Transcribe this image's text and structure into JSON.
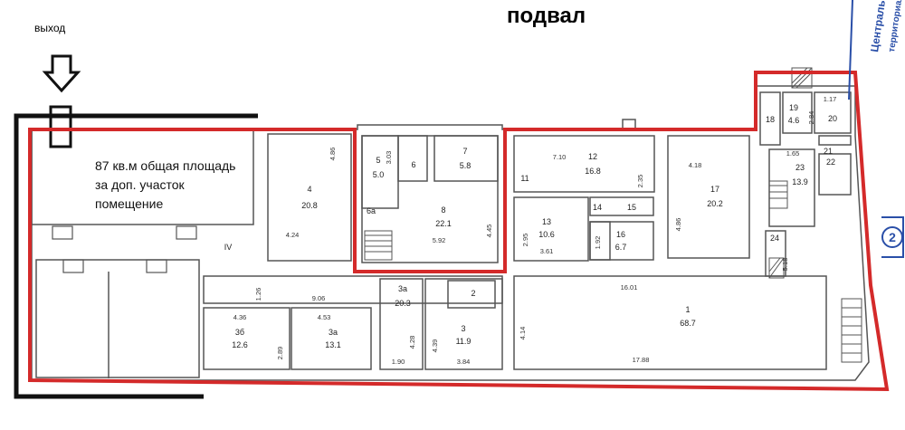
{
  "header": {
    "title": "подвал",
    "exit_label": "выход"
  },
  "note": {
    "text": "87 кв.м общая площадь за доп. участок помещение"
  },
  "stamp": {
    "line1": "Центральное",
    "line2": "территориальное бю",
    "number": "2"
  },
  "rooms": [
    {
      "id": "4",
      "area": "20.8"
    },
    {
      "id": "5",
      "area": "5.0"
    },
    {
      "id": "6",
      "area": ""
    },
    {
      "id": "7",
      "area": "5.8"
    },
    {
      "id": "8",
      "area": "22.1"
    },
    {
      "id": "6а",
      "area": ""
    },
    {
      "id": "11",
      "area": ""
    },
    {
      "id": "12",
      "area": "16.8"
    },
    {
      "id": "13",
      "area": "10.6"
    },
    {
      "id": "14",
      "area": ""
    },
    {
      "id": "15",
      "area": ""
    },
    {
      "id": "16",
      "area": "6.7"
    },
    {
      "id": "17",
      "area": "20.2"
    },
    {
      "id": "18",
      "area": ""
    },
    {
      "id": "19",
      "area": "4.6"
    },
    {
      "id": "20",
      "area": ""
    },
    {
      "id": "21",
      "area": ""
    },
    {
      "id": "22",
      "area": ""
    },
    {
      "id": "23",
      "area": "13.9"
    },
    {
      "id": "24",
      "area": ""
    },
    {
      "id": "1",
      "area": "68.7"
    },
    {
      "id": "2",
      "area": ""
    },
    {
      "id": "3",
      "area": "11.9"
    },
    {
      "id": "3а",
      "area": "20.3"
    },
    {
      "id": "3а",
      "area": "13.1"
    },
    {
      "id": "3б",
      "area": "12.6"
    },
    {
      "id": "IV",
      "area": ""
    }
  ],
  "dimensions": [
    "4.86",
    "4.24",
    "3.03",
    "5.92",
    "4.45",
    "7.10",
    "2.35",
    "2.95",
    "3.61",
    "1.92",
    "4.18",
    "4.86",
    "1.17",
    "2.84",
    "1.65",
    "5.18",
    "16.01",
    "17.88",
    "4.14",
    "1.26",
    "9.06",
    "4.36",
    "4.53",
    "2.89",
    "4.28",
    "1.90",
    "4.39",
    "3.84"
  ],
  "colors": {
    "outline_red": "#d42a2a",
    "wall_grey": "#555555",
    "exit_black": "#111111",
    "stamp_blue": "#2a4fa8"
  }
}
